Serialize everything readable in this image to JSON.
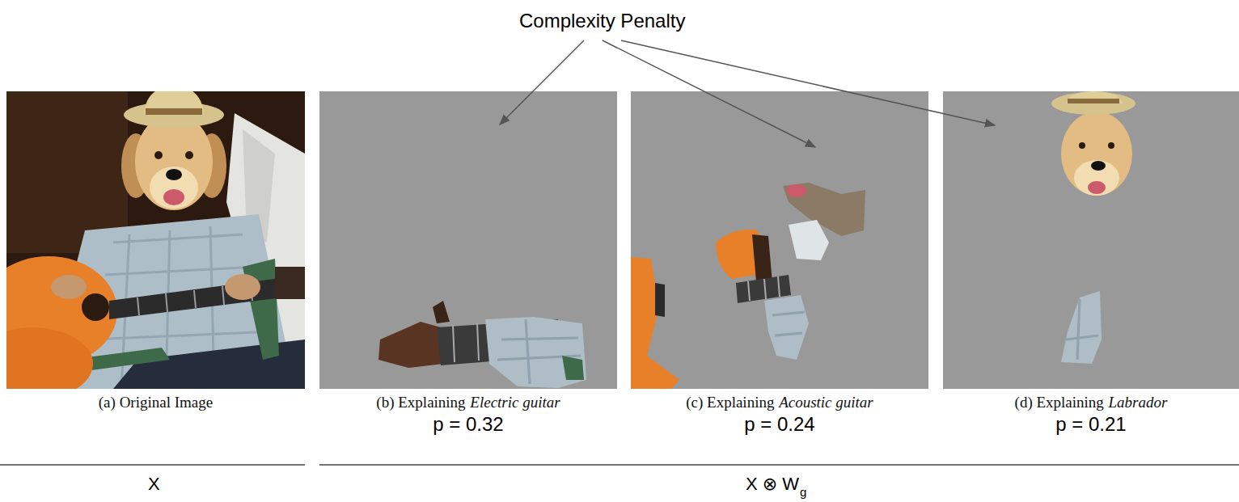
{
  "diagram": {
    "nodes": [
      {
        "text": [
          "(a) Original Image"
        ]
      },
      {
        "text": [
          "(b) Explaining",
          "Electric guitar",
          "p = 0.32"
        ]
      },
      {
        "text": [
          "(c) Explaining",
          "Acoustic guitar",
          "p = 0.24"
        ]
      },
      {
        "text": [
          "(d) Explaining",
          "Labrador",
          "p = 0.21"
        ]
      }
    ],
    "labels": [
      "Complexity Penalty",
      "X",
      "X ⊗ W",
      "g"
    ]
  }
}
